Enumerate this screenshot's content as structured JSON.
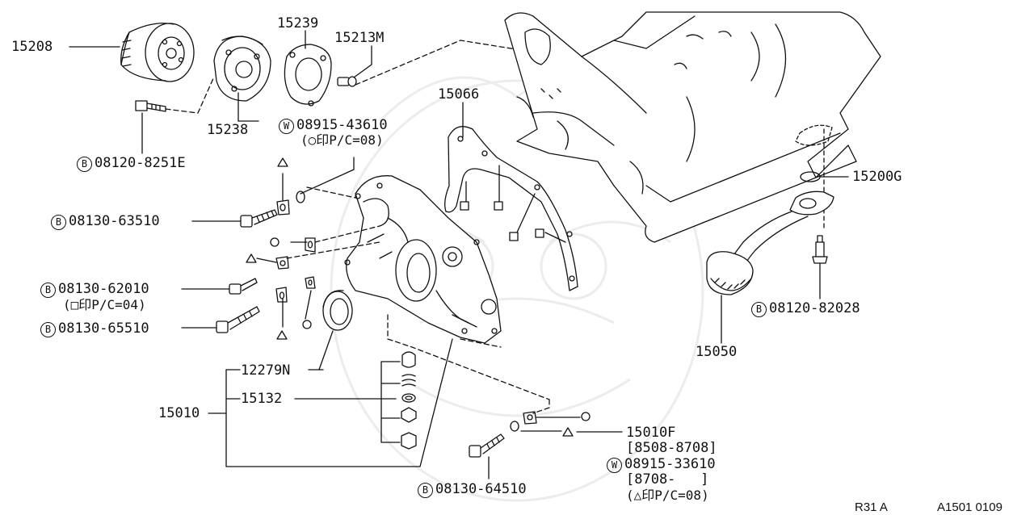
{
  "parts": {
    "p15208": "15208",
    "p15239": "15239",
    "p15213M": "15213M",
    "p15238": "15238",
    "p15066": "15066",
    "p08915_43610": "08915-43610",
    "p08915_43610_note": "(○印P/C=08)",
    "p08120_8251E": "08120-8251E",
    "p08130_63510": "08130-63510",
    "p08130_62010": "08130-62010",
    "p08130_62010_note": "(□印P/C=04)",
    "p08130_65510": "08130-65510",
    "p12279N": "12279N",
    "p15132": "15132",
    "p15010": "15010",
    "p15200G": "15200G",
    "p08120_82028": "08120-82028",
    "p15050": "15050",
    "p15010F": "15010F",
    "p15010F_date": "[8508-8708]",
    "p08915_33610": "08915-33610",
    "p08915_33610_date": "[8708-   ]",
    "p08915_33610_note": "(△印P/C=08)",
    "p08130_64510": "08130-64510"
  },
  "markers": {
    "bolt": "B",
    "washer": "W"
  },
  "footer": {
    "model": "R31 A",
    "code": "A1501 0109"
  }
}
